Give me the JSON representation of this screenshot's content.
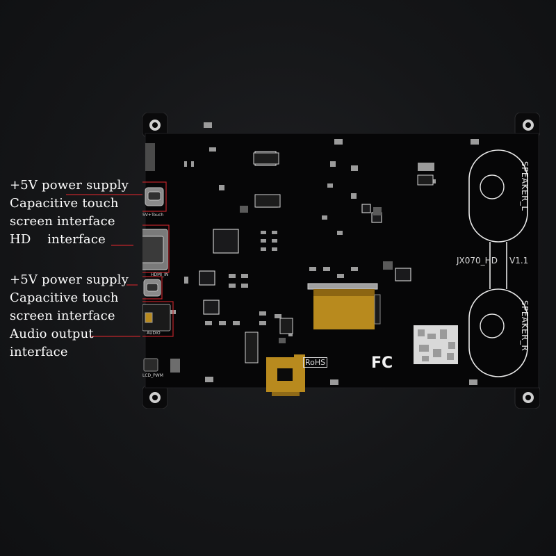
{
  "labels": {
    "group1": {
      "line1": "+5V power supply",
      "line2": "Capacitive touch",
      "line3": "screen interface",
      "line4": "HD    interface"
    },
    "group2": {
      "line1": "+5V power supply",
      "line2": "Capacitive touch",
      "line3": "screen interface",
      "line4": "Audio output",
      "line5": "interface"
    }
  },
  "board": {
    "model": "JX070_HD",
    "version": "V1.1",
    "speaker_left": "SPEAKER_L",
    "speaker_right": "SPEAKER_R",
    "rohs": "RoHS",
    "fc": "FC",
    "silk_5v_touch": "5V+Touch",
    "silk_hdmi_in": "HDMI_IN",
    "silk_audio": "AUDIO",
    "silk_lcd_pwm": "LCD_PWM"
  },
  "colors": {
    "pcb": "#060607",
    "callout_line": "#c0262b",
    "label_text": "#ffffff",
    "fpc": "#b88a1e"
  }
}
